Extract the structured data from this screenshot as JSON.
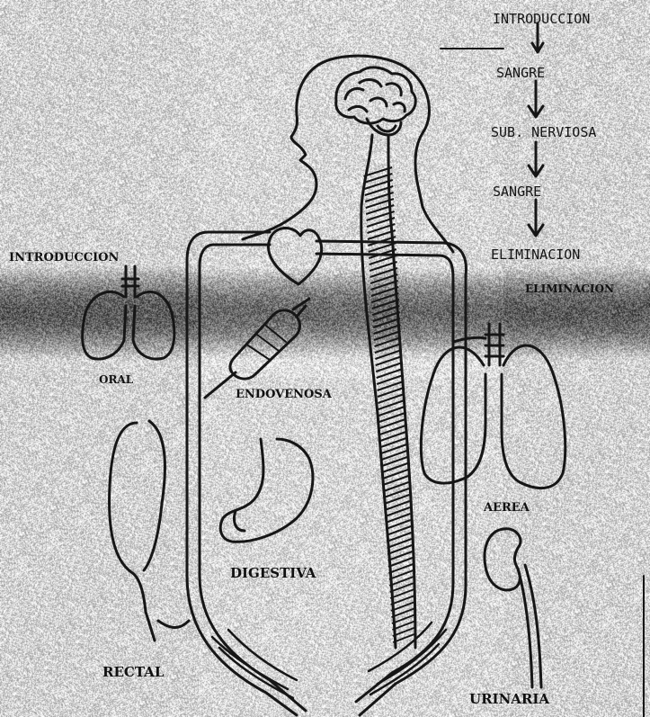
{
  "flow": {
    "steps": [
      "INTRODUCCION",
      "SANGRE",
      "SUB. NERVIOSA",
      "SANGRE",
      "ELIMINACION"
    ]
  },
  "routes": {
    "left_intro": "INTRODUCCION",
    "left_intro_organ": "ORAL",
    "endovenosa": "ENDOVENOSA",
    "digestiva": "DIGESTIVA",
    "rectal": "RECTAL",
    "right_elimination": "ELIMINACION",
    "aerea": "AEREA",
    "urinaria": "URINARIA"
  }
}
